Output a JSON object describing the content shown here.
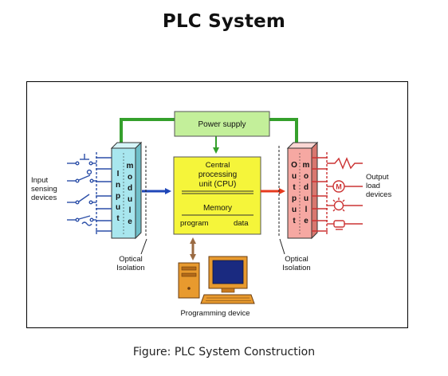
{
  "title": "PLC System",
  "caption": "Figure: PLC System Construction",
  "diagram": {
    "power_supply": "Power supply",
    "cpu": [
      "Central",
      "processing",
      "unit (CPU)"
    ],
    "memory": "Memory",
    "program": "program",
    "data": "data",
    "input_letters": [
      "I",
      "n",
      "p",
      "u",
      "t"
    ],
    "input_module_letters": [
      "m",
      "o",
      "d",
      "u",
      "l",
      "e"
    ],
    "output_letters": [
      "O",
      "u",
      "t",
      "p",
      "u",
      "t"
    ],
    "output_module_letters": [
      "m",
      "o",
      "d",
      "u",
      "l",
      "e"
    ],
    "input_devices": [
      "Input",
      "sensing",
      "devices"
    ],
    "output_devices": [
      "Output",
      "load",
      "devices"
    ],
    "optical_isolation": [
      "Optical",
      "Isolation"
    ],
    "programming_device": "Programming device",
    "motor_symbol": "M",
    "colors": {
      "power_box": "#c3ef9a",
      "cpu_box": "#f5f53a",
      "input_module": "#a8e6ee",
      "output_module": "#f6a8a2",
      "green_line": "#35a02c",
      "blue_arrow": "#1f46b8",
      "red_arrow": "#e63a1e",
      "brown_arrow": "#9a6a42",
      "switch_color": "#2c4fa8",
      "load_color": "#cc3333"
    }
  }
}
